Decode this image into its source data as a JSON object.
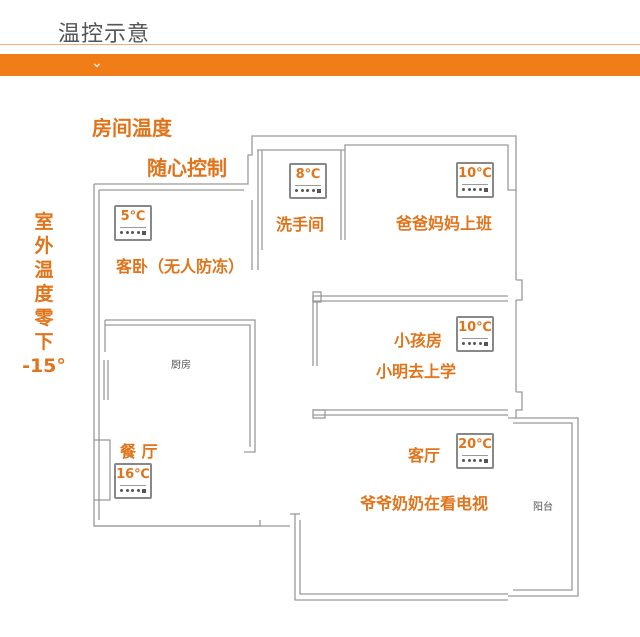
{
  "header": {
    "title": "温控示意"
  },
  "captions": {
    "room_temp": "房间温度",
    "control": "随心控制"
  },
  "outdoor": {
    "lines": [
      "室",
      "外",
      "温",
      "度",
      "零",
      "下",
      "-15°"
    ]
  },
  "rooms": [
    {
      "id": "guest-bedroom",
      "label": "客卧（无人防冻）",
      "temp": "5℃"
    },
    {
      "id": "bathroom",
      "label": "洗手间",
      "temp": "8℃"
    },
    {
      "id": "master-bedroom",
      "label": "爸爸妈妈上班",
      "temp": "10℃"
    },
    {
      "id": "kids-room",
      "label": "小孩房",
      "sublabel": "小明去上学",
      "temp": "10℃"
    },
    {
      "id": "kitchen",
      "label": "厨房"
    },
    {
      "id": "dining",
      "label": "餐 厅",
      "temp": "16℃"
    },
    {
      "id": "living",
      "label": "客厅",
      "sublabel": "爷爷奶奶在看电视",
      "temp": "20℃"
    },
    {
      "id": "balcony",
      "label": "阳台"
    }
  ],
  "colors": {
    "accent": "#f07d18",
    "label": "#e0741b",
    "wall": "#9a9a9a"
  }
}
